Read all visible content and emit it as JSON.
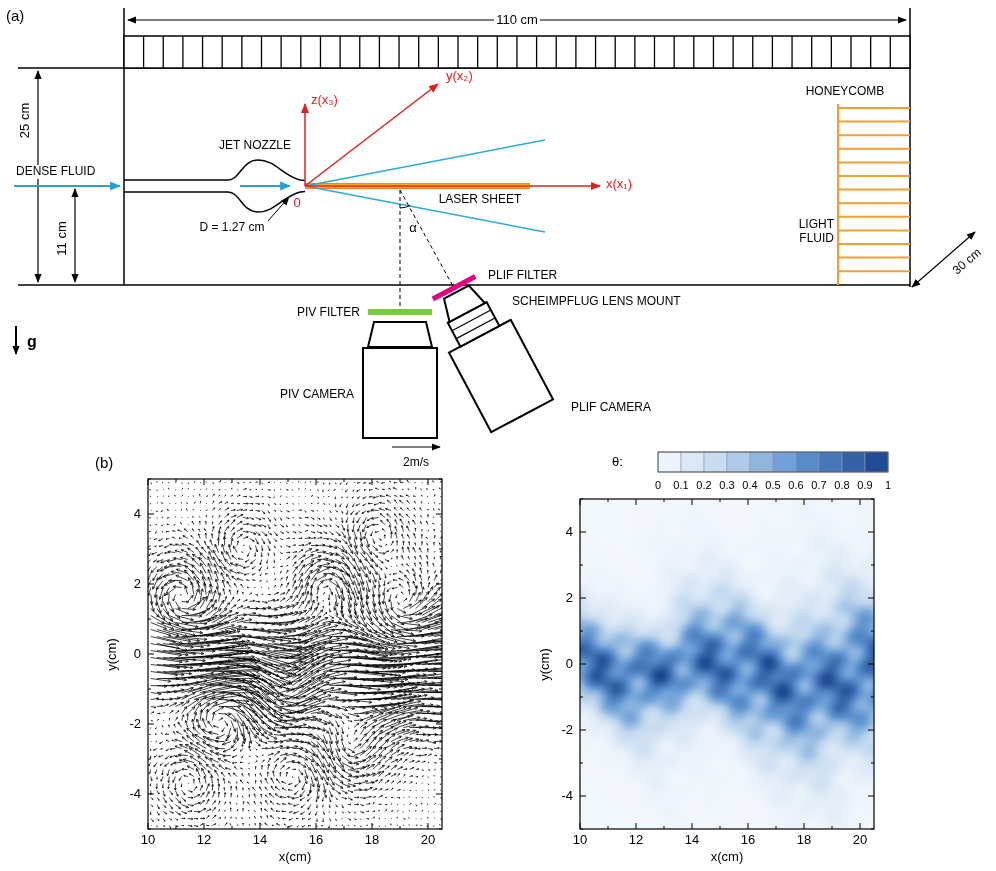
{
  "diagram": {
    "nodes": [
      {
        "text": [
          "PIV CAMERA"
        ]
      },
      {
        "text": [
          "PLIF CAMERA"
        ]
      }
    ],
    "labels": [
      "(a)",
      "110 cm",
      "25 cm",
      "11 cm",
      "DENSE FLUID",
      "JET NOZZLE",
      "z(x₃)",
      "y(x₂)",
      "x(x₁)",
      "0",
      "D = 1.27 cm",
      "LASER SHEET",
      "α",
      "HONEYCOMB",
      "LIGHT FLUID",
      "30 cm",
      "PIV FILTER",
      "PLIF FILTER",
      "SCHEIMPFLUG LENS MOUNT",
      "g",
      "(b)",
      "2m/s",
      "4",
      "2",
      "0",
      "-2",
      "-4",
      "10",
      "12",
      "14",
      "16",
      "18",
      "20",
      "y(cm)",
      "x(cm)",
      "θ:",
      "0",
      "0.1",
      "0.2",
      "0.3",
      "0.4",
      "0.5",
      "0.6",
      "0.7",
      "0.8",
      "0.9",
      "1",
      "4",
      "2",
      "0",
      "-2",
      "-4",
      "10",
      "12",
      "14",
      "16",
      "18",
      "20",
      "y(cm)",
      "x(cm)"
    ]
  }
}
